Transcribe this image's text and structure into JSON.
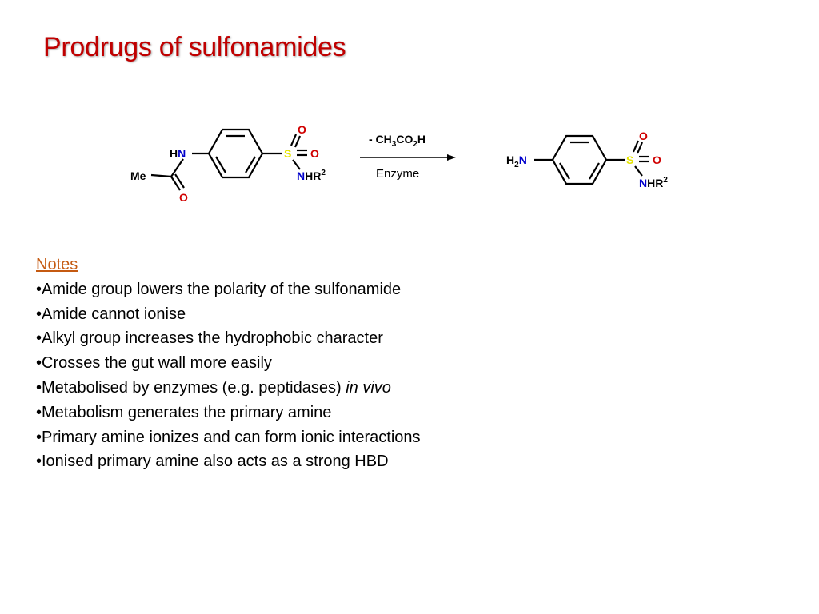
{
  "slide": {
    "title": "Prodrugs of sulfonamides"
  },
  "scheme": {
    "prodrug": {
      "hn_h": "H",
      "hn_n": "N",
      "me": "Me",
      "carbonyl_o": "O",
      "s": "S",
      "so_top": "O",
      "so_right": "O",
      "nhr_n": "N",
      "nhr_hr": "HR",
      "nhr_sup": "2"
    },
    "arrow": {
      "above_prefix": "- CH",
      "above_sub1": "3",
      "above_mid": "CO",
      "above_sub2": "2",
      "above_suffix": "H",
      "below": "Enzyme"
    },
    "product": {
      "h2n_h": "H",
      "h2n_sub": "2",
      "h2n_n": "N",
      "s": "S",
      "so_top": "O",
      "so_right": "O",
      "nhr_n": "N",
      "nhr_hr": "HR",
      "nhr_sup": "2"
    },
    "colors": {
      "nitrogen": "#0000cc",
      "oxygen": "#d00000",
      "sulfur": "#e5e500",
      "bond": "#000000"
    }
  },
  "notes": {
    "heading": "Notes",
    "items": [
      {
        "text": "•Amide group lowers the polarity of the sulfonamide",
        "italic": ""
      },
      {
        "text": "•Amide cannot ionise",
        "italic": ""
      },
      {
        "text": "•Alkyl group increases the hydrophobic character",
        "italic": ""
      },
      {
        "text": "•Crosses the gut wall more easily",
        "italic": ""
      },
      {
        "text": "•Metabolised by enzymes (e.g. peptidases) ",
        "italic": "in vivo"
      },
      {
        "text": "•Metabolism generates the primary amine",
        "italic": ""
      },
      {
        "text": "•Primary amine ionizes and can form ionic interactions",
        "italic": ""
      },
      {
        "text": "•Ionised primary amine also acts as a strong HBD",
        "italic": ""
      }
    ]
  }
}
